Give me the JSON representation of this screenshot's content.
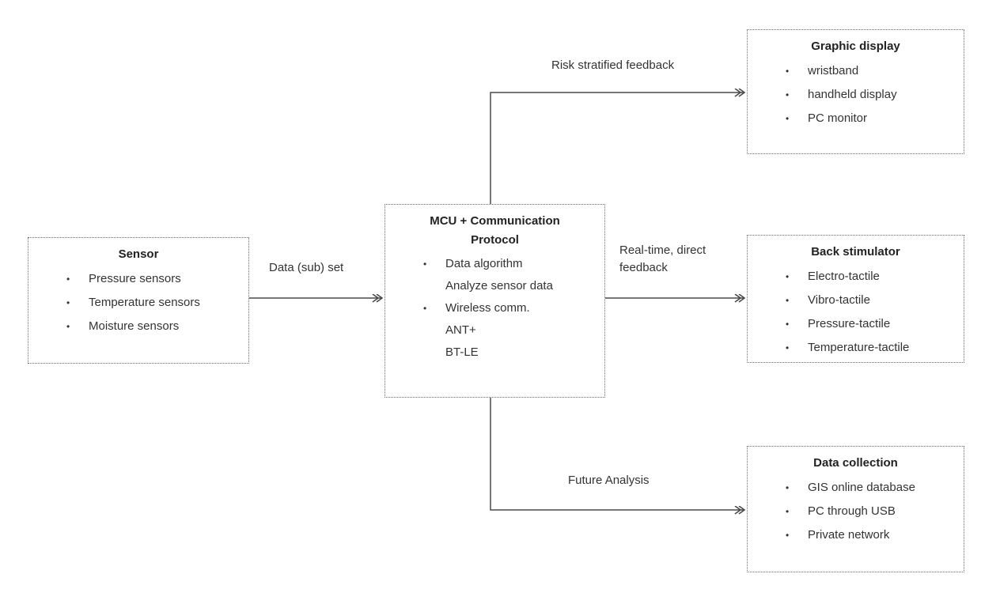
{
  "diagram": {
    "boxes": [
      {
        "id": "sensor",
        "title": "Sensor",
        "items": [
          {
            "bullet": true,
            "text": "Pressure sensors"
          },
          {
            "bullet": true,
            "text": "Temperature sensors"
          },
          {
            "bullet": true,
            "text": "Moisture sensors"
          }
        ]
      },
      {
        "id": "mcu",
        "title": "MCU + Communication Protocol",
        "items": [
          {
            "bullet": true,
            "text": "Data algorithm"
          },
          {
            "bullet": false,
            "text": "Analyze sensor data"
          },
          {
            "bullet": true,
            "text": "Wireless comm."
          },
          {
            "bullet": false,
            "text": "ANT+"
          },
          {
            "bullet": false,
            "text": "BT-LE"
          }
        ]
      },
      {
        "id": "graphic-display",
        "title": "Graphic display",
        "items": [
          {
            "bullet": true,
            "text": "wristband"
          },
          {
            "bullet": true,
            "text": "handheld display"
          },
          {
            "bullet": true,
            "text": "PC monitor"
          }
        ]
      },
      {
        "id": "back-stimulator",
        "title": "Back stimulator",
        "items": [
          {
            "bullet": true,
            "text": "Electro-tactile"
          },
          {
            "bullet": true,
            "text": "Vibro-tactile"
          },
          {
            "bullet": true,
            "text": "Pressure-tactile"
          },
          {
            "bullet": true,
            "text": "Temperature-tactile"
          }
        ]
      },
      {
        "id": "data-collection",
        "title": "Data collection",
        "items": [
          {
            "bullet": true,
            "text": "GIS online database"
          },
          {
            "bullet": true,
            "text": "PC through USB"
          },
          {
            "bullet": true,
            "text": "Private network"
          }
        ]
      }
    ],
    "arrow_labels": {
      "sensor_to_mcu": "Data (sub) set",
      "mcu_to_graphic": "Risk stratified feedback",
      "mcu_to_back": "Real-time, direct feedback",
      "mcu_to_data": "Future Analysis"
    }
  },
  "glyphs": {
    "bullet": "•"
  },
  "colors": {
    "background": "#ffffff",
    "text": "#333333",
    "title": "#222222",
    "box_border": "#6b6b6b",
    "arrow": "#4a4a4a"
  }
}
